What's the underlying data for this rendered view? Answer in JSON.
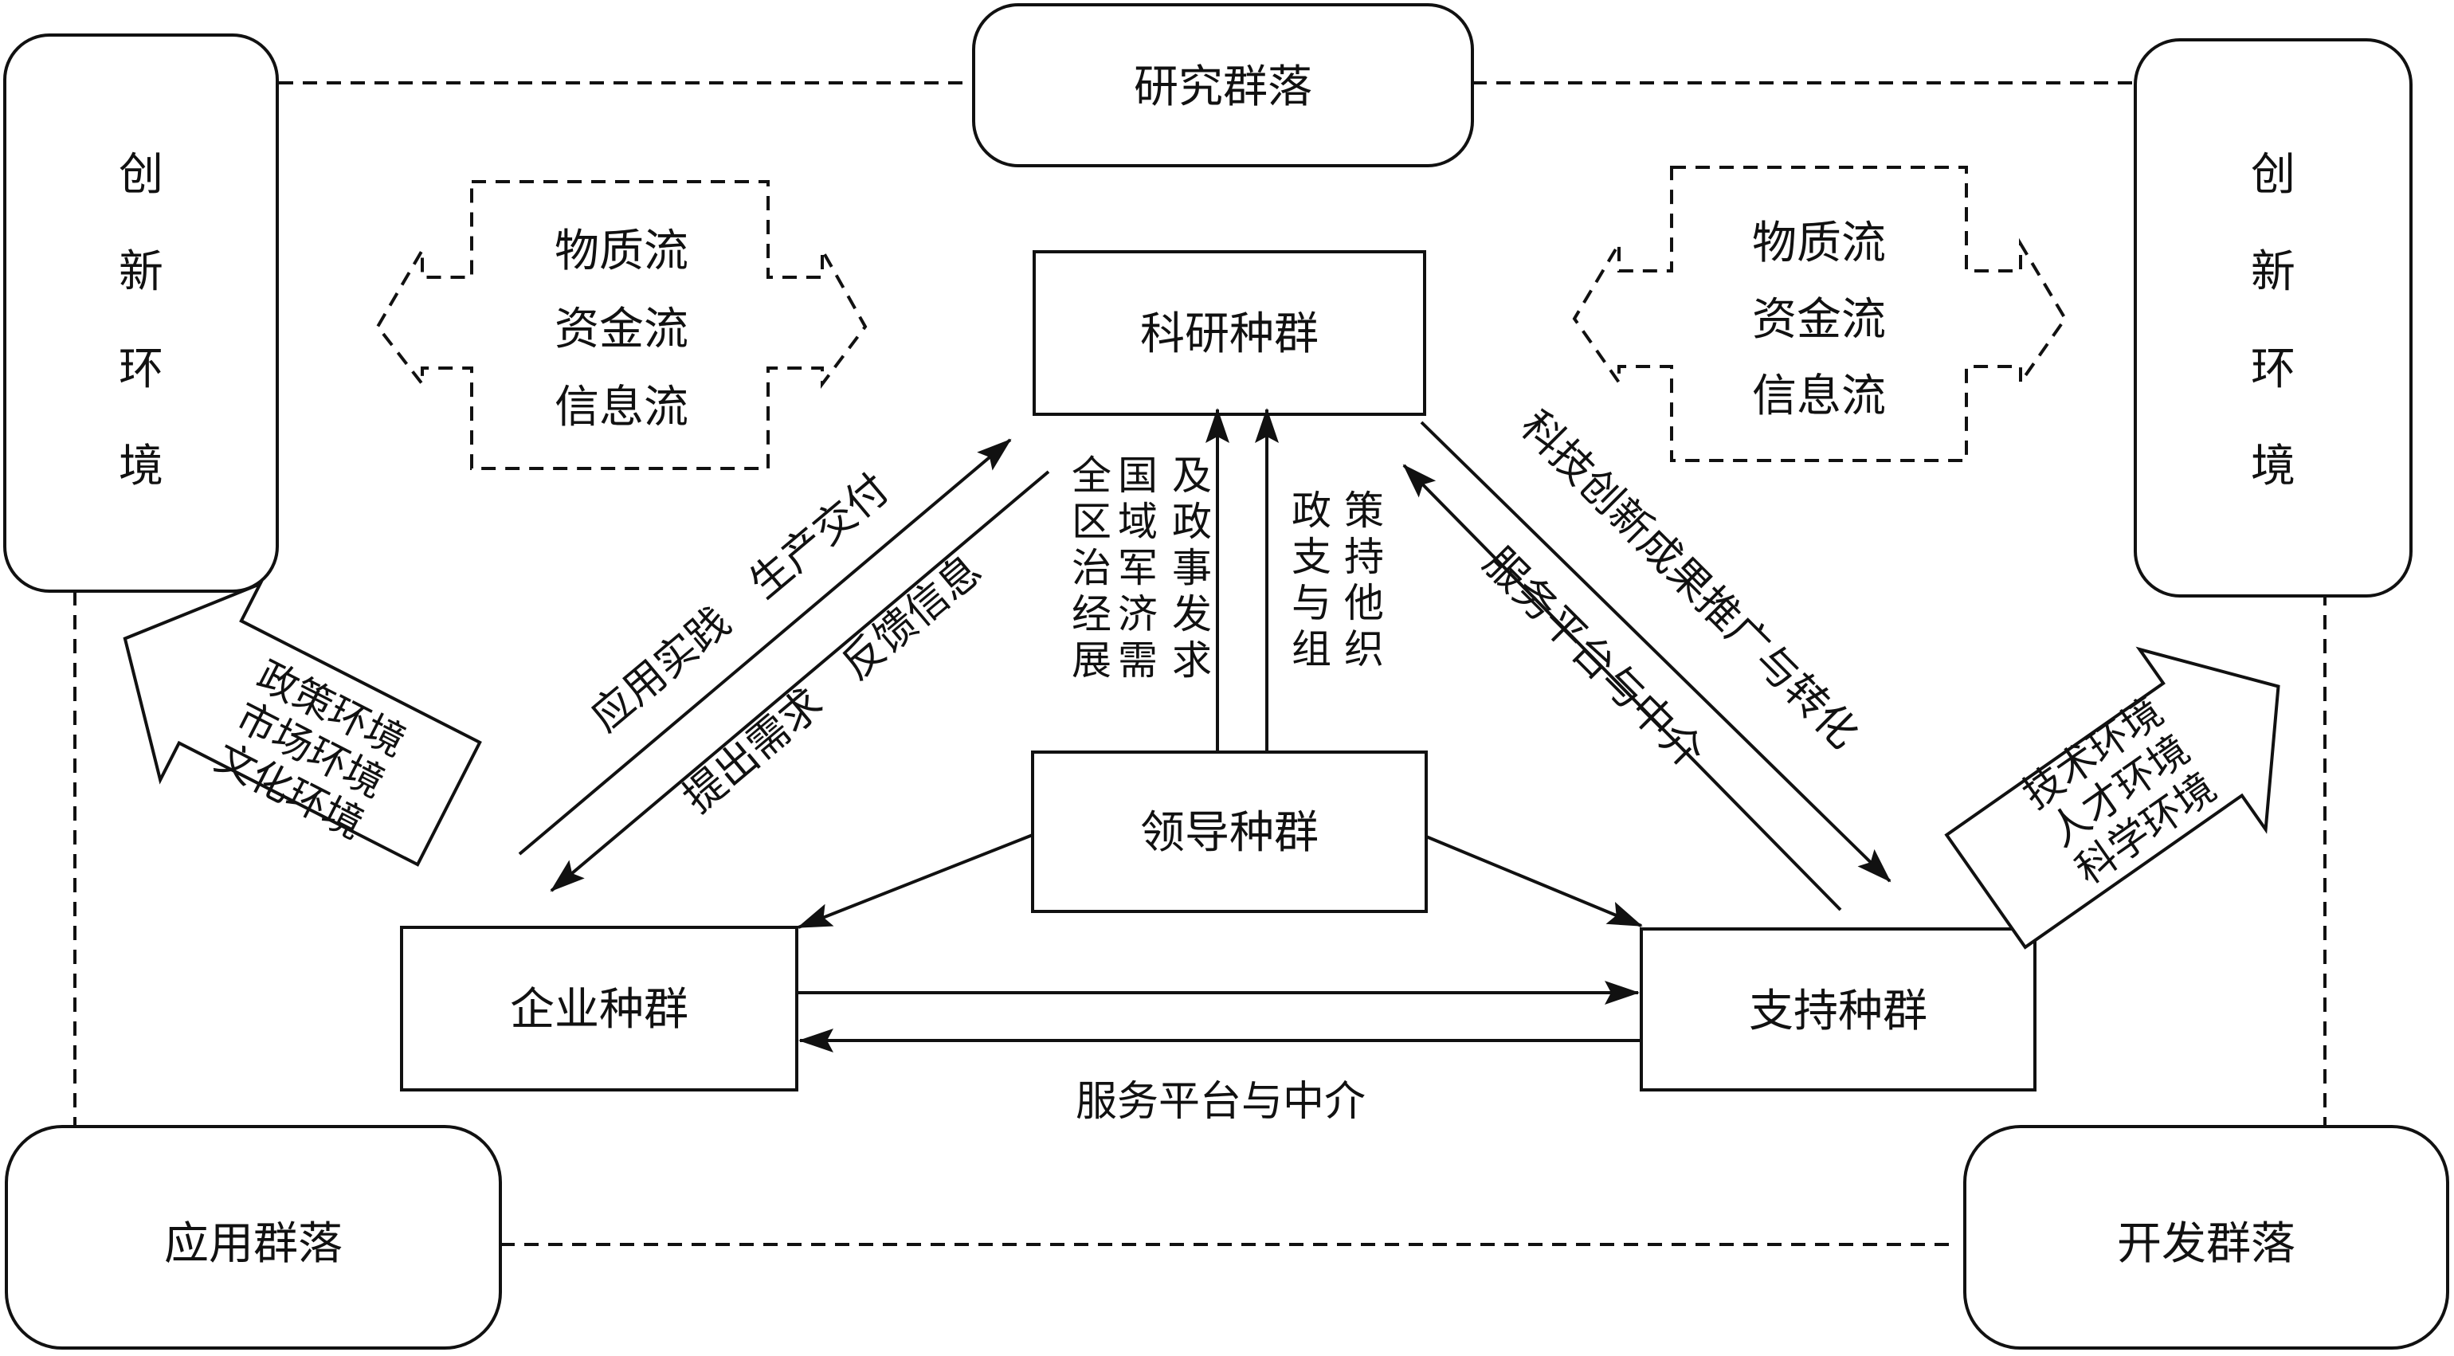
{
  "communities": {
    "research": "研究群落",
    "application": "应用群落",
    "development": "开发群落"
  },
  "environment": {
    "left": "创新环境",
    "right": "创新环境"
  },
  "flows": {
    "left": [
      "物质流",
      "资金流",
      "信息流"
    ],
    "right": [
      "物质流",
      "资金流",
      "信息流"
    ]
  },
  "populations": {
    "research": "科研种群",
    "leadership": "领导种群",
    "enterprise": "企业种群",
    "support": "支持种群"
  },
  "relations": {
    "enterprise_to_research": "应用实践　生产交付",
    "research_to_enterprise": "提出需求　反馈信息",
    "research_to_support": "科技创新成果推广与转化",
    "support_to_research": "服务平台与中介",
    "leadership_to_research_left": [
      "及政事发求",
      "国域军济需",
      "全区治经展"
    ],
    "leadership_to_research_right": [
      "策持他织",
      "政支与组"
    ],
    "support_enterprise": "服务平台与中介"
  },
  "environment_arrows": {
    "left": [
      "政策环境",
      "市场环境",
      "文化环境"
    ],
    "right": [
      "技术环境",
      "人才环境",
      "科学环境"
    ]
  }
}
